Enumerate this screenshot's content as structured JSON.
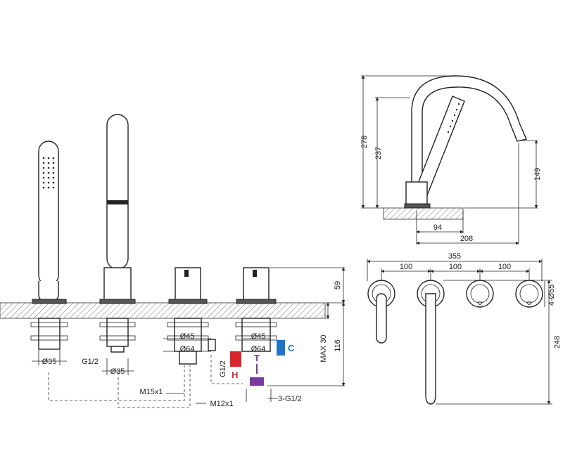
{
  "colors": {
    "hot": "#d6262c",
    "cold": "#1f74c6",
    "tee": "#7a3aa0",
    "line": "#222222",
    "deck": "#888888"
  },
  "side_view": {
    "dim_278": "278",
    "dim_237": "237",
    "dim_149": "149",
    "dim_94": "94",
    "dim_208": "208"
  },
  "top_view": {
    "dim_355": "355",
    "spacing_1": "100",
    "spacing_2": "100",
    "spacing_3": "100",
    "dim_55": "4-Ø55",
    "dim_248": "248"
  },
  "front_view": {
    "dia_35_a": "Ø35",
    "g12_a": "G1/2",
    "dia_35_b": "Ø35",
    "dia_45_a": "Ø45",
    "dia_64_a": "Ø64",
    "dia_45_b": "Ø45",
    "dia_64_b": "Ø64",
    "g12_b": "G1/2",
    "m15": "M15x1",
    "m12": "M12x1",
    "g12_3": "3-G1/2",
    "dim_59": "59",
    "dim_116": "116",
    "max30": "MAX 30",
    "hot_label": "H",
    "cold_label": "C",
    "tee_label": "T"
  }
}
